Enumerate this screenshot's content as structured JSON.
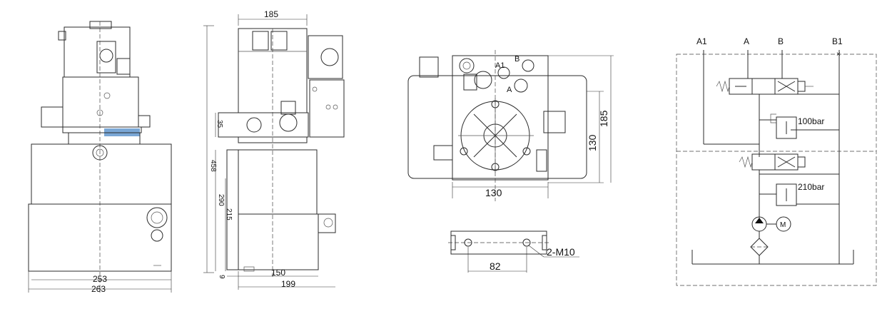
{
  "front_view": {
    "width_inner": "253",
    "width_outer": "263"
  },
  "side_view": {
    "top_width": "185",
    "height_35": "35",
    "height_total": "458",
    "height_290": "290",
    "height_215": "215",
    "height_9": "9",
    "base_150": "150",
    "base_199": "199"
  },
  "top_view": {
    "port_a1": "A1",
    "port_b": "B",
    "port_a": "A",
    "width_130": "130",
    "depth_130": "130",
    "depth_185": "185"
  },
  "bracket": {
    "spacing": "82",
    "thread": "2-M10"
  },
  "schematic": {
    "ports": [
      "A1",
      "A",
      "B",
      "B1"
    ],
    "relief_high": "100bar",
    "relief_low": "210bar",
    "motor": "M"
  }
}
